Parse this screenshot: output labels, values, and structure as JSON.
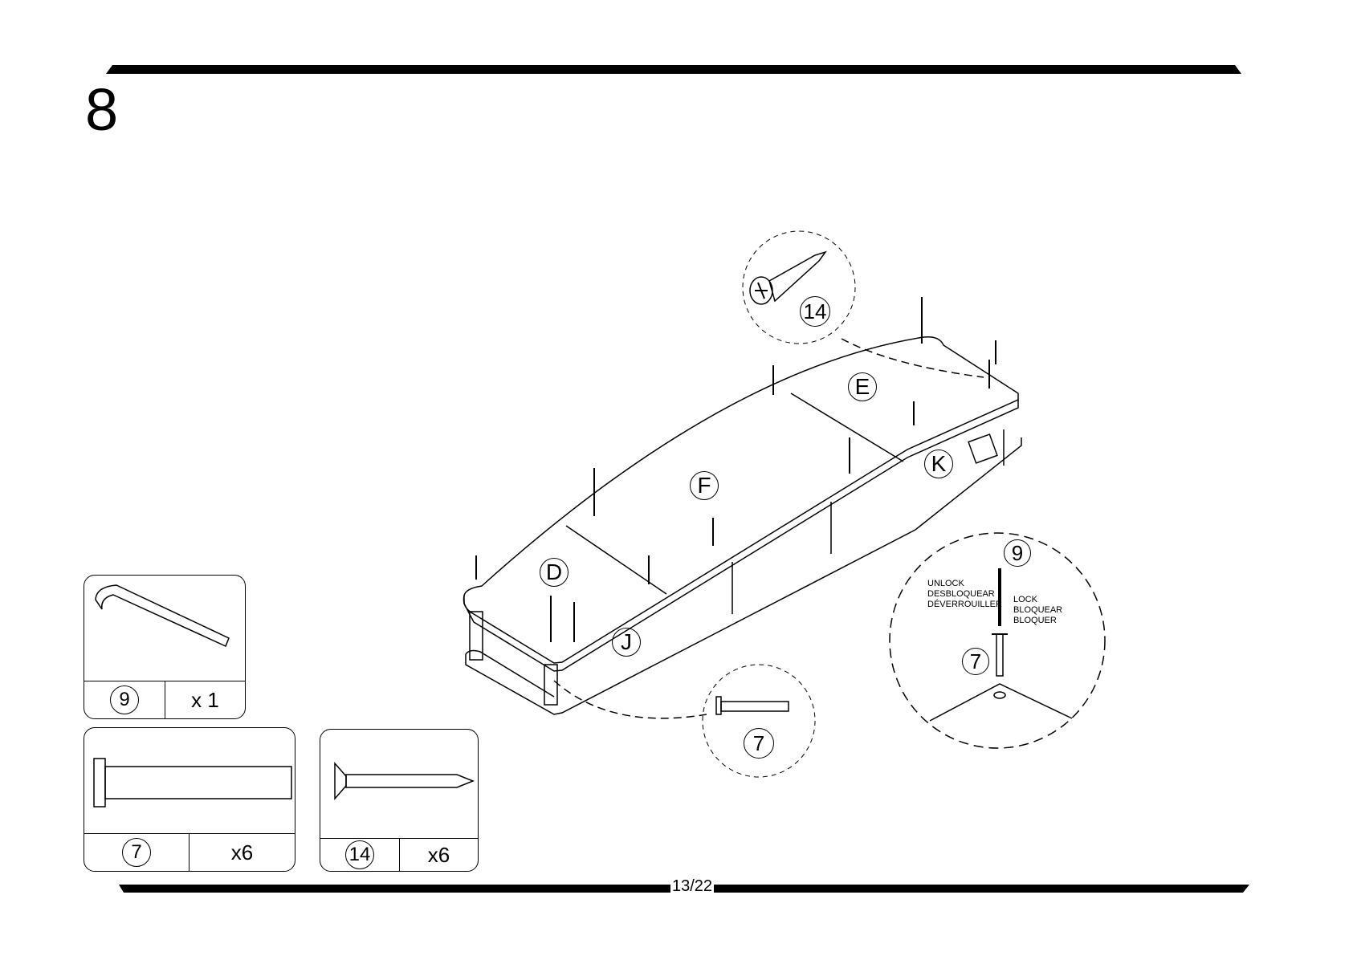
{
  "step": "8",
  "page": "13/22",
  "parts": [
    {
      "number": "9",
      "qty": "x  1",
      "icon": "allen-key-icon"
    },
    {
      "number": "7",
      "qty": "x6",
      "icon": "bolt-icon"
    },
    {
      "number": "14",
      "qty": "x6",
      "icon": "wood-screw-icon"
    }
  ],
  "panels": [
    "D",
    "E",
    "F",
    "J",
    "K"
  ],
  "callouts": {
    "screw_detail": "14",
    "bolt_detail": "7",
    "lock_detail": {
      "tool": "9",
      "bolt": "7",
      "unlock": [
        "UNLOCK",
        "DESBLOQUEAR",
        "DÉVERROUILLER"
      ],
      "lock": [
        "LOCK",
        "BLOQUEAR",
        "BLOQUER"
      ]
    }
  }
}
